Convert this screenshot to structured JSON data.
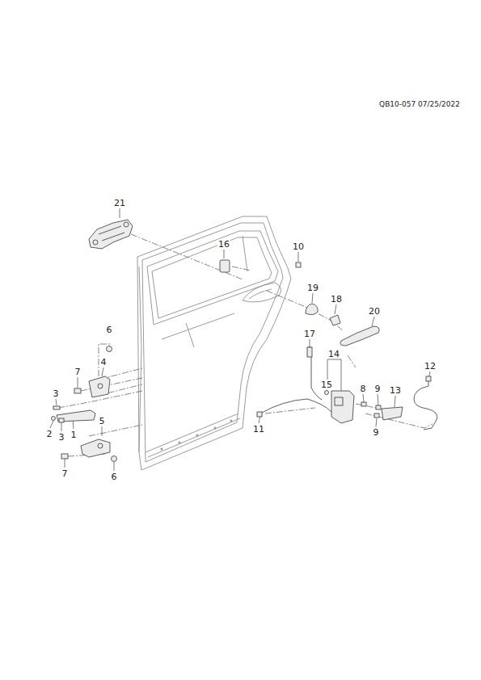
{
  "diagram": {
    "labels": [
      "QB10-057 07/25/2022",
      "21",
      "16",
      "10",
      "19",
      "18",
      "20",
      "6",
      "7",
      "4",
      "3",
      "2",
      "1",
      "3",
      "5",
      "7",
      "6",
      "17",
      "14",
      "15",
      "8",
      "9",
      "13",
      "12",
      "9",
      "11"
    ]
  }
}
